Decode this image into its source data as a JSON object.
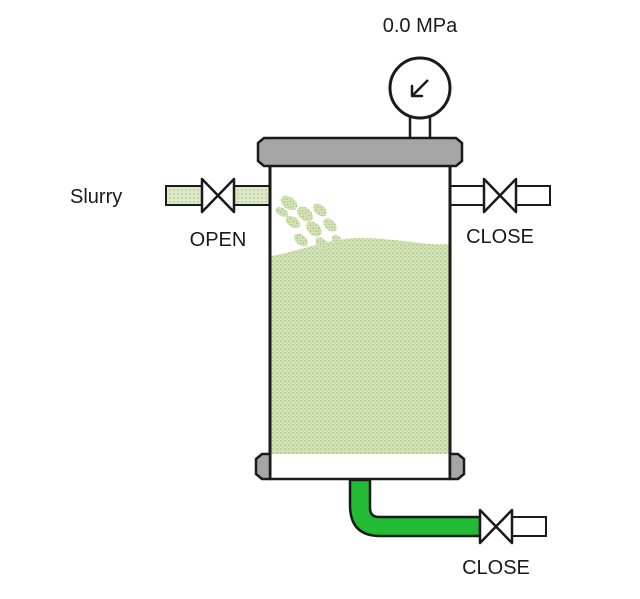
{
  "pressure_gauge": {
    "reading": "0.0 MPa",
    "icon": "pressure-gauge-icon"
  },
  "inlet": {
    "label": "Slurry",
    "valve_state": "OPEN",
    "pipe_color": "#d7e5c3"
  },
  "side_outlet": {
    "valve_state": "CLOSE"
  },
  "bottom_outlet": {
    "valve_state": "CLOSE",
    "pipe_color": "#22bb33"
  },
  "vessel": {
    "cap_color": "#a6a6a6",
    "fill_color": "#d4e4b8",
    "filter_mesh_color": "#3a4a8a"
  }
}
